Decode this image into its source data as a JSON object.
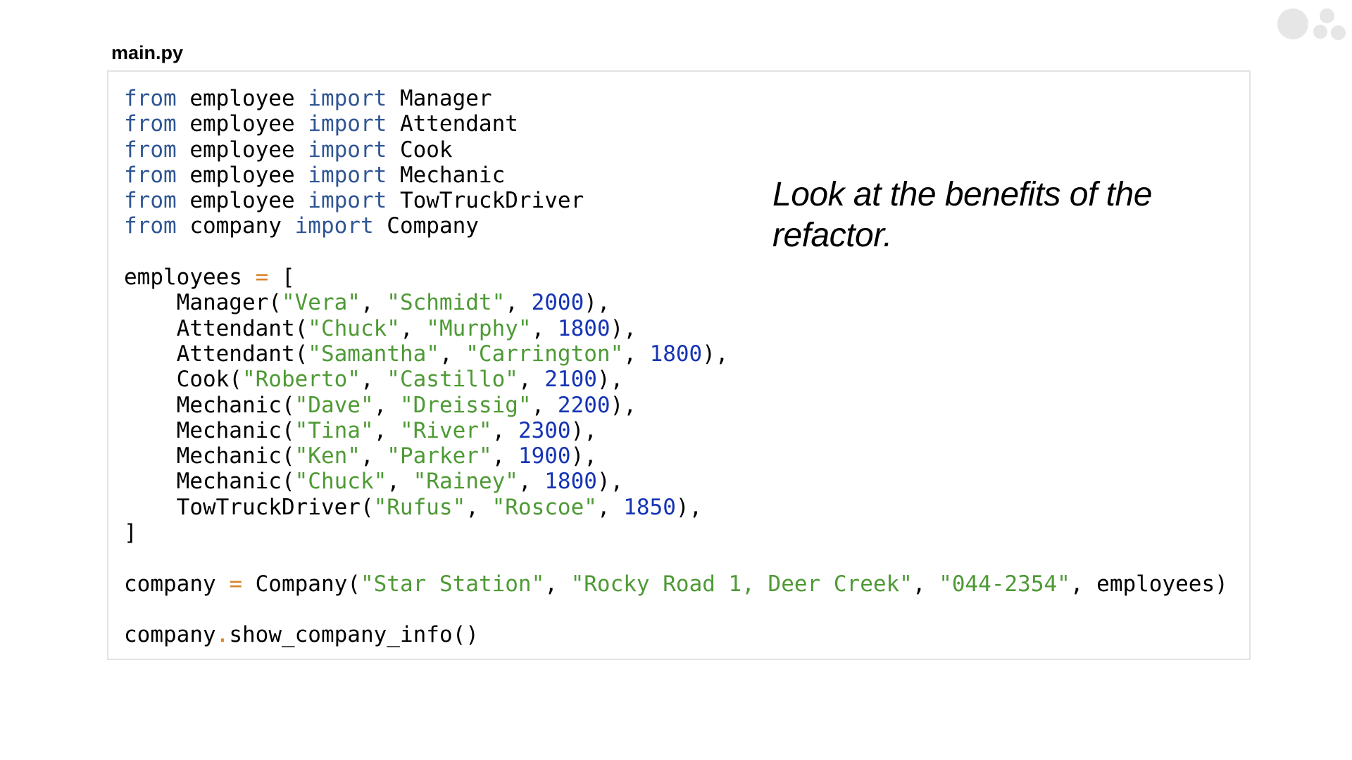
{
  "file": {
    "name": "main.py"
  },
  "note": {
    "text": "Look at the benefits of the refactor."
  },
  "code_lines": [
    [
      {
        "t": "from",
        "c": "kw"
      },
      {
        "t": " employee "
      },
      {
        "t": "import",
        "c": "kw"
      },
      {
        "t": " Manager"
      }
    ],
    [
      {
        "t": "from",
        "c": "kw"
      },
      {
        "t": " employee "
      },
      {
        "t": "import",
        "c": "kw"
      },
      {
        "t": " Attendant"
      }
    ],
    [
      {
        "t": "from",
        "c": "kw"
      },
      {
        "t": " employee "
      },
      {
        "t": "import",
        "c": "kw"
      },
      {
        "t": " Cook"
      }
    ],
    [
      {
        "t": "from",
        "c": "kw"
      },
      {
        "t": " employee "
      },
      {
        "t": "import",
        "c": "kw"
      },
      {
        "t": " Mechanic"
      }
    ],
    [
      {
        "t": "from",
        "c": "kw"
      },
      {
        "t": " employee "
      },
      {
        "t": "import",
        "c": "kw"
      },
      {
        "t": " TowTruckDriver"
      }
    ],
    [
      {
        "t": "from",
        "c": "kw"
      },
      {
        "t": " company "
      },
      {
        "t": "import",
        "c": "kw"
      },
      {
        "t": " Company"
      }
    ],
    [],
    [
      {
        "t": "employees "
      },
      {
        "t": "=",
        "c": "op"
      },
      {
        "t": " ["
      }
    ],
    [
      {
        "t": "    Manager("
      },
      {
        "t": "\"Vera\"",
        "c": "str"
      },
      {
        "t": ", "
      },
      {
        "t": "\"Schmidt\"",
        "c": "str"
      },
      {
        "t": ", "
      },
      {
        "t": "2000",
        "c": "num"
      },
      {
        "t": "),"
      }
    ],
    [
      {
        "t": "    Attendant("
      },
      {
        "t": "\"Chuck\"",
        "c": "str"
      },
      {
        "t": ", "
      },
      {
        "t": "\"Murphy\"",
        "c": "str"
      },
      {
        "t": ", "
      },
      {
        "t": "1800",
        "c": "num"
      },
      {
        "t": "),"
      }
    ],
    [
      {
        "t": "    Attendant("
      },
      {
        "t": "\"Samantha\"",
        "c": "str"
      },
      {
        "t": ", "
      },
      {
        "t": "\"Carrington\"",
        "c": "str"
      },
      {
        "t": ", "
      },
      {
        "t": "1800",
        "c": "num"
      },
      {
        "t": "),"
      }
    ],
    [
      {
        "t": "    Cook("
      },
      {
        "t": "\"Roberto\"",
        "c": "str"
      },
      {
        "t": ", "
      },
      {
        "t": "\"Castillo\"",
        "c": "str"
      },
      {
        "t": ", "
      },
      {
        "t": "2100",
        "c": "num"
      },
      {
        "t": "),"
      }
    ],
    [
      {
        "t": "    Mechanic("
      },
      {
        "t": "\"Dave\"",
        "c": "str"
      },
      {
        "t": ", "
      },
      {
        "t": "\"Dreissig\"",
        "c": "str"
      },
      {
        "t": ", "
      },
      {
        "t": "2200",
        "c": "num"
      },
      {
        "t": "),"
      }
    ],
    [
      {
        "t": "    Mechanic("
      },
      {
        "t": "\"Tina\"",
        "c": "str"
      },
      {
        "t": ", "
      },
      {
        "t": "\"River\"",
        "c": "str"
      },
      {
        "t": ", "
      },
      {
        "t": "2300",
        "c": "num"
      },
      {
        "t": "),"
      }
    ],
    [
      {
        "t": "    Mechanic("
      },
      {
        "t": "\"Ken\"",
        "c": "str"
      },
      {
        "t": ", "
      },
      {
        "t": "\"Parker\"",
        "c": "str"
      },
      {
        "t": ", "
      },
      {
        "t": "1900",
        "c": "num"
      },
      {
        "t": "),"
      }
    ],
    [
      {
        "t": "    Mechanic("
      },
      {
        "t": "\"Chuck\"",
        "c": "str"
      },
      {
        "t": ", "
      },
      {
        "t": "\"Rainey\"",
        "c": "str"
      },
      {
        "t": ", "
      },
      {
        "t": "1800",
        "c": "num"
      },
      {
        "t": "),"
      }
    ],
    [
      {
        "t": "    TowTruckDriver("
      },
      {
        "t": "\"Rufus\"",
        "c": "str"
      },
      {
        "t": ", "
      },
      {
        "t": "\"Roscoe\"",
        "c": "str"
      },
      {
        "t": ", "
      },
      {
        "t": "1850",
        "c": "num"
      },
      {
        "t": "),"
      }
    ],
    [
      {
        "t": "]"
      }
    ],
    [],
    [
      {
        "t": "company "
      },
      {
        "t": "=",
        "c": "op"
      },
      {
        "t": " Company("
      },
      {
        "t": "\"Star Station\"",
        "c": "str"
      },
      {
        "t": ", "
      },
      {
        "t": "\"Rocky Road 1, Deer Creek\"",
        "c": "str"
      },
      {
        "t": ", "
      },
      {
        "t": "\"044-2354\"",
        "c": "str"
      },
      {
        "t": ", employees)"
      }
    ],
    [],
    [
      {
        "t": "company"
      },
      {
        "t": ".",
        "c": "op"
      },
      {
        "t": "show_company_info()"
      }
    ]
  ],
  "colors": {
    "keyword": "#2f5694",
    "string": "#4e9a35",
    "number": "#1634b4",
    "operator": "#d9842a"
  },
  "icons": {
    "logo": "dots-logo-icon"
  }
}
